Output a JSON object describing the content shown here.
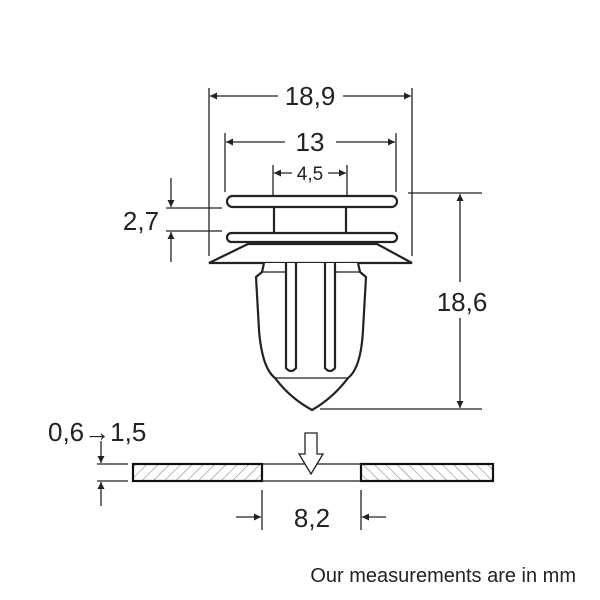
{
  "dimensions": {
    "overall_width": "18,9",
    "flange_width": "13",
    "stem_width": "4,5",
    "flange_gap": "2,7",
    "overall_height": "18,6",
    "panel_thickness": "0,6→1,5",
    "hole_diameter": "8,2"
  },
  "footer": {
    "note": "Our measurements are in mm"
  }
}
